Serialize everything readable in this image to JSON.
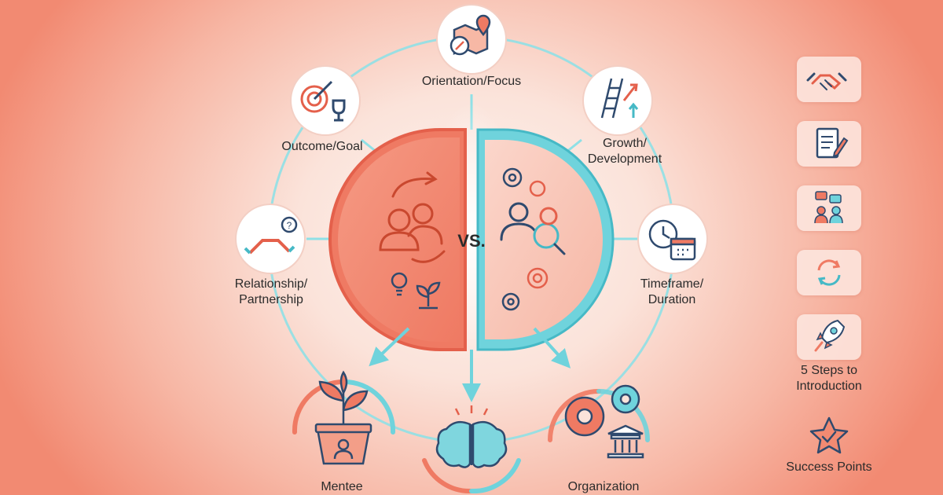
{
  "diagram": {
    "center_label": "VS.",
    "outer_nodes": [
      {
        "id": "orientation",
        "label": "Orientation/Focus",
        "icon": "map-compass-icon"
      },
      {
        "id": "outcome",
        "label": "Outcome/Goal",
        "icon": "target-trophy-icon"
      },
      {
        "id": "growth",
        "label": "Growth/ Development",
        "icon": "ladder-arrow-icon"
      },
      {
        "id": "relationship",
        "label": "Relationship/ Partnership",
        "icon": "handshake-question-icon"
      },
      {
        "id": "timeframe",
        "label": "Timeframe/ Duration",
        "icon": "clock-calendar-icon"
      }
    ],
    "bottom_nodes": [
      {
        "id": "mentee",
        "label": "Mentee",
        "icon": "plant-pot-person-icon"
      },
      {
        "id": "brain",
        "label": "",
        "icon": "brain-icon"
      },
      {
        "id": "organization",
        "label": "Organization",
        "icon": "gears-building-icon"
      }
    ]
  },
  "side_panel": {
    "cards": [
      {
        "icon": "handshake-icon"
      },
      {
        "icon": "notepad-pen-icon"
      },
      {
        "icon": "people-chat-icon"
      },
      {
        "icon": "cycle-arrows-icon"
      },
      {
        "icon": "rocket-icon"
      }
    ],
    "steps_label": "5 Steps to Introduction",
    "success_label": "Success Points",
    "success_icon": "star-check-icon"
  },
  "colors": {
    "coral": "#ef7a63",
    "coral_dark": "#e4604b",
    "teal": "#6fd3dc",
    "teal_dark": "#46b9c6",
    "navy": "#2f4a6e",
    "text": "#2b2b2b"
  }
}
